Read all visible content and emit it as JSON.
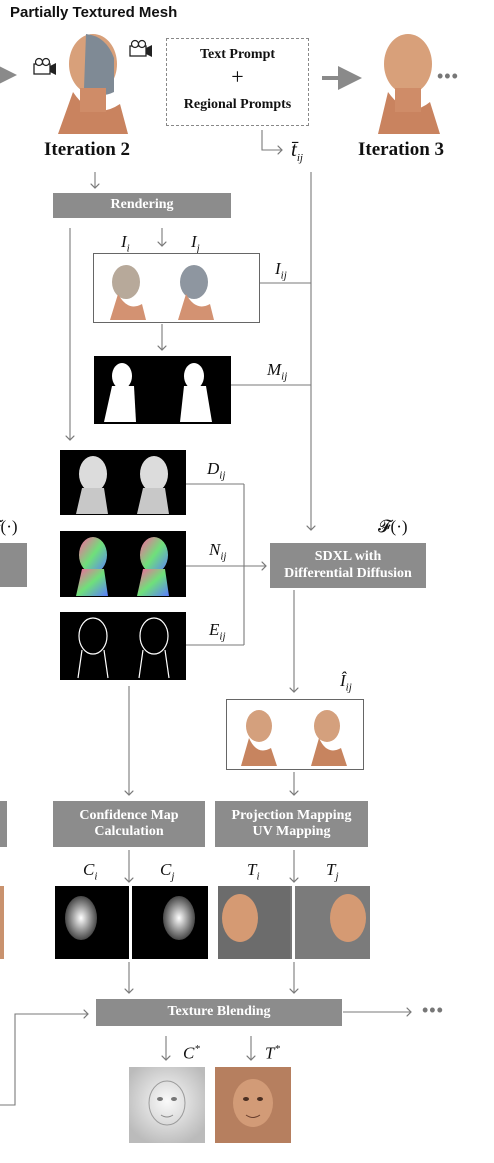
{
  "header": {
    "partially_textured_mesh": "Partially Textured Mesh",
    "iteration_2": "Iteration 2",
    "iteration_3": "Iteration 3",
    "prompt_line1": "Text Prompt",
    "prompt_plus": "+",
    "prompt_line2": "Regional Prompts",
    "ellipsis": "•••",
    "t_bar": "t̄",
    "t_bar_sub": "ij"
  },
  "boxes": {
    "rendering": "Rendering",
    "sdxl_line1": "SDXL with",
    "sdxl_line2": "Differential Diffusion",
    "confidence_line1": "Confidence Map",
    "confidence_line2": "Calculation",
    "projection_line1": "Projection Mapping",
    "projection_line2": "UV Mapping",
    "texture_blending": "Texture Blending"
  },
  "labels": {
    "I": "I",
    "i": "i",
    "j": "j",
    "ij": "ij",
    "M": "M",
    "D": "D",
    "N": "N",
    "E": "E",
    "C": "C",
    "T": "T",
    "I_hat": "Î",
    "star": "*",
    "F_of": "𝓕(·)",
    "F_partial": "𝓕(·)"
  },
  "ellipsis_right": "•••",
  "colors": {
    "box_gray": "#8c8c8c",
    "line": "#7a7a7a",
    "skin": "#d8a07a"
  }
}
